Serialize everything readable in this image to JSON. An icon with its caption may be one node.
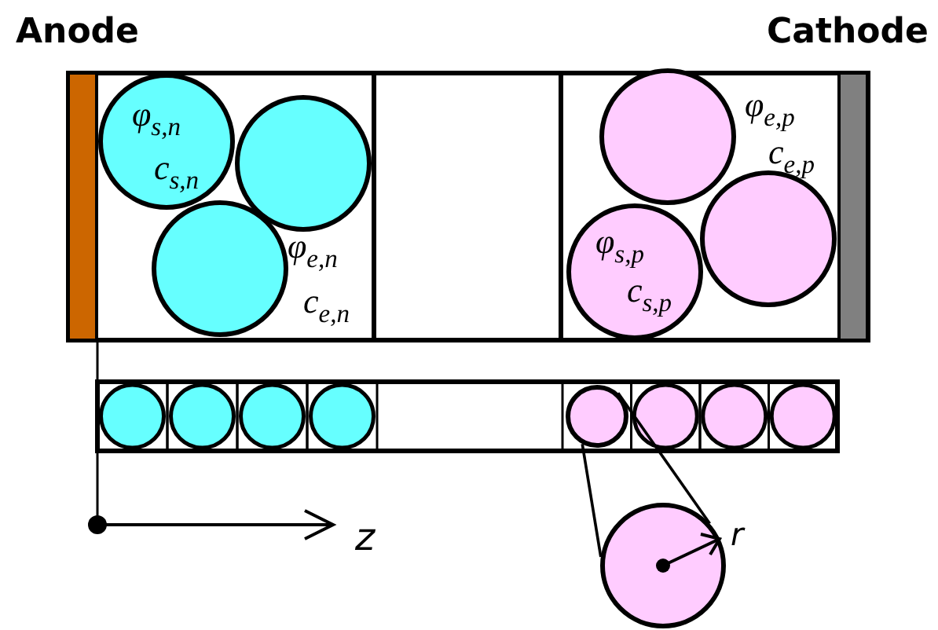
{
  "diagram": {
    "nodes": [
      {
        "text": [],
        "shape": "circle"
      },
      {
        "text": [],
        "shape": "circle",
        "beside": [
          "r"
        ]
      }
    ],
    "edges": [
      {
        "from": 0,
        "to": 1,
        "arrow": "none"
      },
      {
        "from": 0,
        "to": 1,
        "arrow": "none"
      }
    ],
    "labels": [
      "Anode",
      "Cathode",
      "φ$_{s,n}$",
      "c$_{s,n}$",
      "φ$_{e,n}$",
      "c$_{e,n}$",
      "φ$_{e,p}$",
      "c$_{e,p}$",
      "φ$_{s,p}$",
      "c$_{s,p}$",
      "z"
    ]
  }
}
